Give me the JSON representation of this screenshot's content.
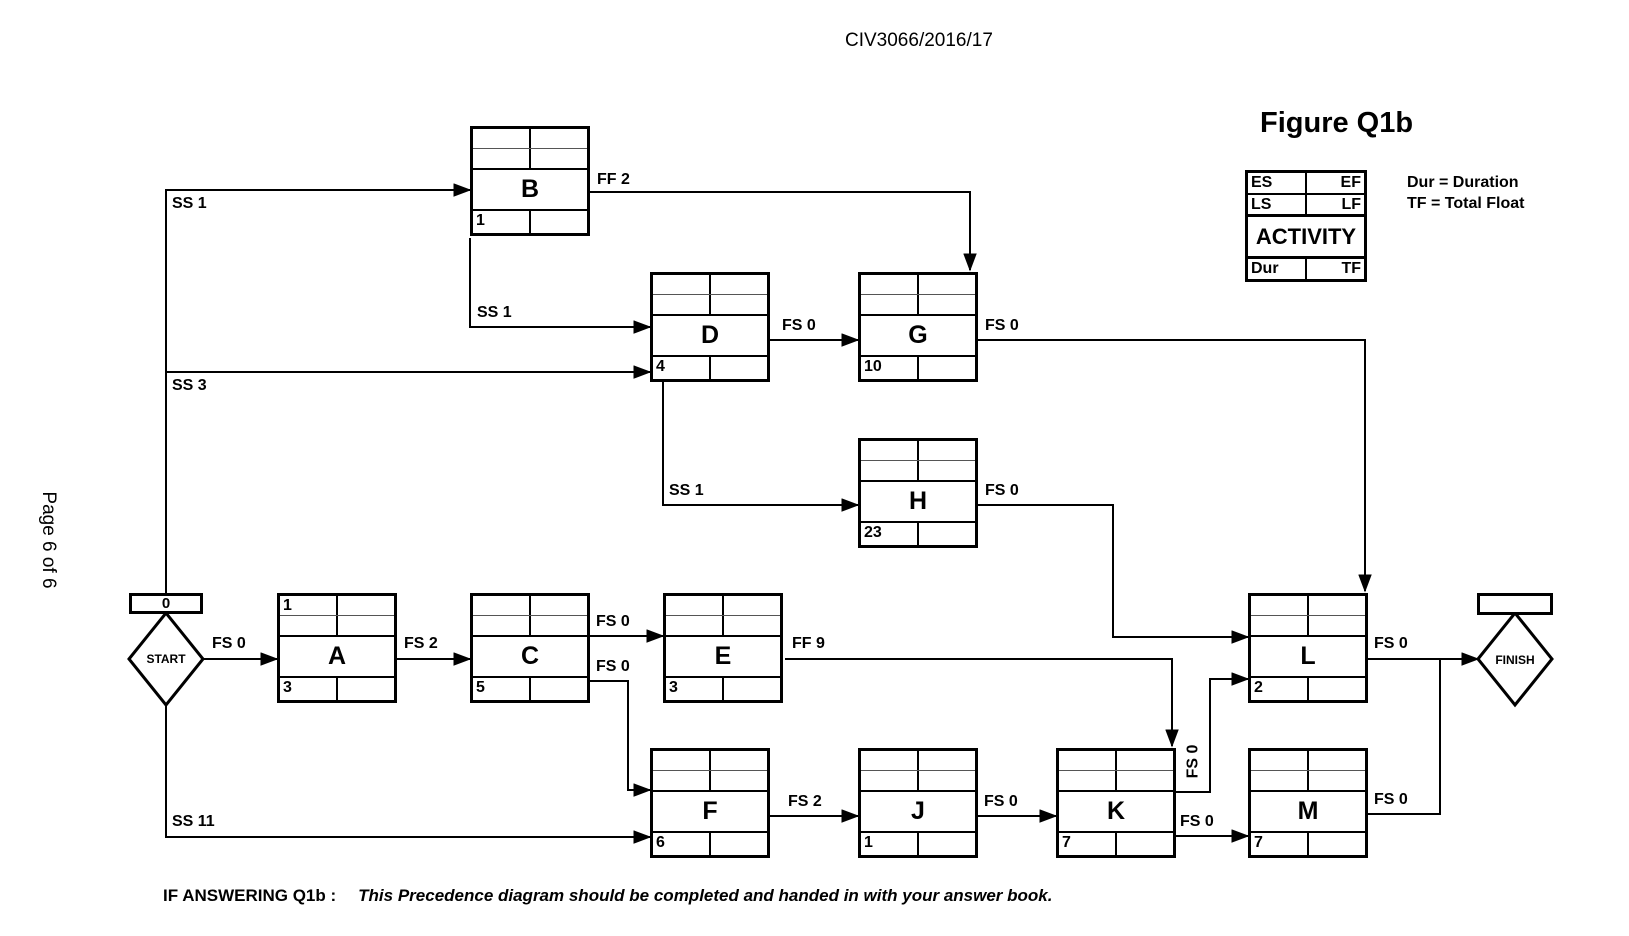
{
  "page": {
    "header": "CIV3066/2016/17",
    "figure_title": "Figure Q1b",
    "page_label": "Page 6 of 6",
    "footer_prefix": "IF ANSWERING Q1b :",
    "footer_text": "This Precedence diagram should be completed and handed in with your answer book."
  },
  "legend": {
    "es": "ES",
    "ef": "EF",
    "ls": "LS",
    "lf": "LF",
    "activity": "ACTIVITY",
    "dur": "Dur",
    "tf": "TF",
    "note1": "Dur = Duration",
    "note2": "TF = Total Float"
  },
  "terminals": {
    "start": {
      "label": "START",
      "value": "0"
    },
    "finish": {
      "label": "FINISH",
      "value": ""
    }
  },
  "activities": {
    "A": {
      "name": "A",
      "es": "1",
      "ef": "",
      "ls": "",
      "lf": "",
      "dur": "3",
      "tf": ""
    },
    "B": {
      "name": "B",
      "es": "",
      "ef": "",
      "ls": "",
      "lf": "",
      "dur": "1",
      "tf": ""
    },
    "C": {
      "name": "C",
      "es": "",
      "ef": "",
      "ls": "",
      "lf": "",
      "dur": "5",
      "tf": ""
    },
    "D": {
      "name": "D",
      "es": "",
      "ef": "",
      "ls": "",
      "lf": "",
      "dur": "4",
      "tf": ""
    },
    "E": {
      "name": "E",
      "es": "",
      "ef": "",
      "ls": "",
      "lf": "",
      "dur": "3",
      "tf": ""
    },
    "F": {
      "name": "F",
      "es": "",
      "ef": "",
      "ls": "",
      "lf": "",
      "dur": "6",
      "tf": ""
    },
    "G": {
      "name": "G",
      "es": "",
      "ef": "",
      "ls": "",
      "lf": "",
      "dur": "10",
      "tf": ""
    },
    "H": {
      "name": "H",
      "es": "",
      "ef": "",
      "ls": "",
      "lf": "",
      "dur": "23",
      "tf": ""
    },
    "J": {
      "name": "J",
      "es": "",
      "ef": "",
      "ls": "",
      "lf": "",
      "dur": "1",
      "tf": ""
    },
    "K": {
      "name": "K",
      "es": "",
      "ef": "",
      "ls": "",
      "lf": "",
      "dur": "7",
      "tf": ""
    },
    "L": {
      "name": "L",
      "es": "",
      "ef": "",
      "ls": "",
      "lf": "",
      "dur": "2",
      "tf": ""
    },
    "M": {
      "name": "M",
      "es": "",
      "ef": "",
      "ls": "",
      "lf": "",
      "dur": "7",
      "tf": ""
    }
  },
  "links": [
    {
      "from": "START",
      "to": "B",
      "label": "SS 1"
    },
    {
      "from": "START",
      "to": "D",
      "label": "SS 3"
    },
    {
      "from": "START",
      "to": "F",
      "label": "SS 11"
    },
    {
      "from": "START",
      "to": "A",
      "label": "FS 0"
    },
    {
      "from": "A",
      "to": "C",
      "label": "FS 2"
    },
    {
      "from": "B",
      "to": "G",
      "label": "FF 2"
    },
    {
      "from": "B",
      "to": "D",
      "label": "SS 1"
    },
    {
      "from": "D",
      "to": "G",
      "label": "FS 0"
    },
    {
      "from": "G",
      "to": "L",
      "label": "FS 0"
    },
    {
      "from": "D",
      "to": "H",
      "label": "SS 1"
    },
    {
      "from": "H",
      "to": "L",
      "label": "FS 0"
    },
    {
      "from": "C",
      "to": "E",
      "label": "FS 0"
    },
    {
      "from": "C",
      "to": "F",
      "label": "FS 0"
    },
    {
      "from": "E",
      "to": "K",
      "label": "FF 9"
    },
    {
      "from": "F",
      "to": "J",
      "label": "FS 2"
    },
    {
      "from": "J",
      "to": "K",
      "label": "FS 0"
    },
    {
      "from": "K",
      "to": "L",
      "label": "FS 0"
    },
    {
      "from": "K",
      "to": "M",
      "label": "FS 0"
    },
    {
      "from": "M",
      "to": "FINISH",
      "label": "FS 0"
    },
    {
      "from": "L",
      "to": "FINISH",
      "label": "FS 0"
    }
  ]
}
